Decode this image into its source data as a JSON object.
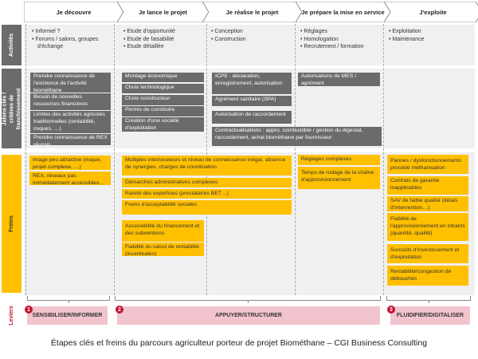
{
  "phases": [
    "Je découvre",
    "Je lance le projet",
    "Je réalise le projet",
    "Je prépare la mise en service",
    "J'exploite"
  ],
  "rows": {
    "activites": "Activités",
    "jalons": "Jalons clés / critères de franchissement",
    "freins": "Freins",
    "leviers": "Leviers"
  },
  "activites": [
    [
      "Informel ?",
      "Forums / salons, groupes d'échange"
    ],
    [
      "Etude d'opportunité",
      "Etude de faisabilité",
      "Etude détaillée"
    ],
    [
      "Conception",
      "Construction"
    ],
    [
      "Réglages",
      "Homologation",
      "Recrutement / formation"
    ],
    [
      "Exploitation",
      "Maintenance"
    ]
  ],
  "jalons": [
    "Prendre connaissance de l'existence de l'activité biométhane",
    "Besoin de nouvelles ressources financières",
    "Limites des activités agricoles traditionnelles (rentabilité, risques, …)",
    "Prendre connaissance de REX réussis",
    "Montage économique",
    "Choix technologique",
    "Choix constructeur",
    "Permis de construire",
    "Création d'une société d'exploitation",
    "ICPE : déclaration, enregistrement, autorisation",
    "Agrément sanitaire (SPA)",
    "Autorisation de raccordement",
    "Contractualisations : appro. combustible / gestion du digestat, raccordement, achat biométhane par fournisseur",
    "Autorisations de MES / agrément"
  ],
  "freins": [
    "Image peu attractive (risque, projet complexe, …)",
    "REX, réseaux pas immédiatement accessibles…",
    "Multiples interlocuteurs et niveau de connaissance inégal, absence de synergies, charges de coordination",
    "Démarches administratives complexes",
    "Rareté des expertises (prestataires BET…)",
    "Freins d'acceptabilité sociales",
    "Accessibilité du financement et des subventions",
    "Fiabilité du calcul de rentabilité (incertitudes)",
    "Réglages complexes",
    "Temps de rodage de la chaîne d'approvisionnement",
    "Pannes / dysfonctionnements procédé méthanisation",
    "Contrats de garantie inapplicables",
    "SAV de faible qualité (délais d'intervention…)",
    "Fiabilité de l'approvisionnement en intrants (quantité, qualité)",
    "Surcoûts d'investissement et d'exploitation",
    "Rentabilité/congestion de débouchés"
  ],
  "leviers": [
    {
      "num": "1",
      "label": "SENSIBILISER/INFORMER"
    },
    {
      "num": "2",
      "label": "APPUYER/STRUCTURER"
    },
    {
      "num": "3",
      "label": "FLUIDIFIER/DIGITALISER"
    }
  ],
  "caption": "Étapes clés et freins du parcours agriculteur porteur de projet Biométhane – CGI Business Consulting",
  "colors": {
    "gray": "#6b6b6b",
    "yellow": "#ffc000",
    "pink": "#f2c4ce",
    "red": "#c0142c"
  }
}
